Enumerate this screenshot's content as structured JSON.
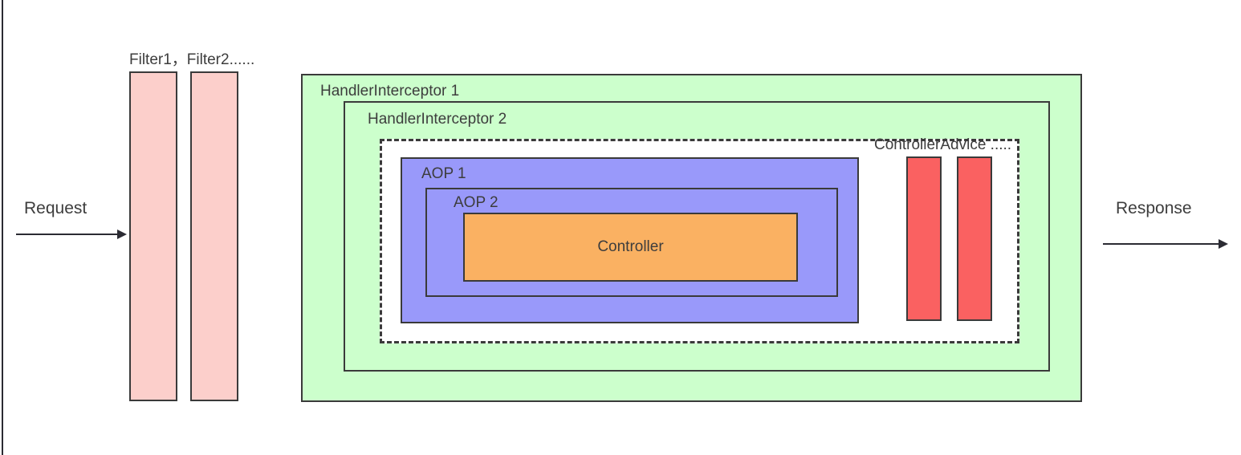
{
  "diagram": {
    "title": "Spring MVC request processing pipeline",
    "colors": {
      "filter_fill": "#FCCFCB",
      "interceptor_fill": "#CCFFCC",
      "aop_fill": "#9999FA",
      "controller_fill": "#FAB162",
      "advice_fill": "#FA6161",
      "advice_box_fill": "#FFFFFF",
      "stroke": "#3A3A3A",
      "text": "#3D3D3D",
      "arrow": "#2B2B33"
    },
    "flow": {
      "request_label": "Request",
      "response_label": "Response"
    },
    "filters": {
      "label": "Filter1，Filter2......",
      "bars": [
        {
          "name": "filter-bar-1"
        },
        {
          "name": "filter-bar-2"
        }
      ]
    },
    "layers": {
      "handler_interceptor_1": "HandlerInterceptor 1",
      "handler_interceptor_2": "HandlerInterceptor 2",
      "controller_advice": "ControllerAdvice .....",
      "aop_1": "AOP 1",
      "aop_2": "AOP 2",
      "controller": "Controller"
    },
    "advice_bars": [
      {
        "name": "controller-advice-bar-1"
      },
      {
        "name": "controller-advice-bar-2"
      }
    ]
  }
}
